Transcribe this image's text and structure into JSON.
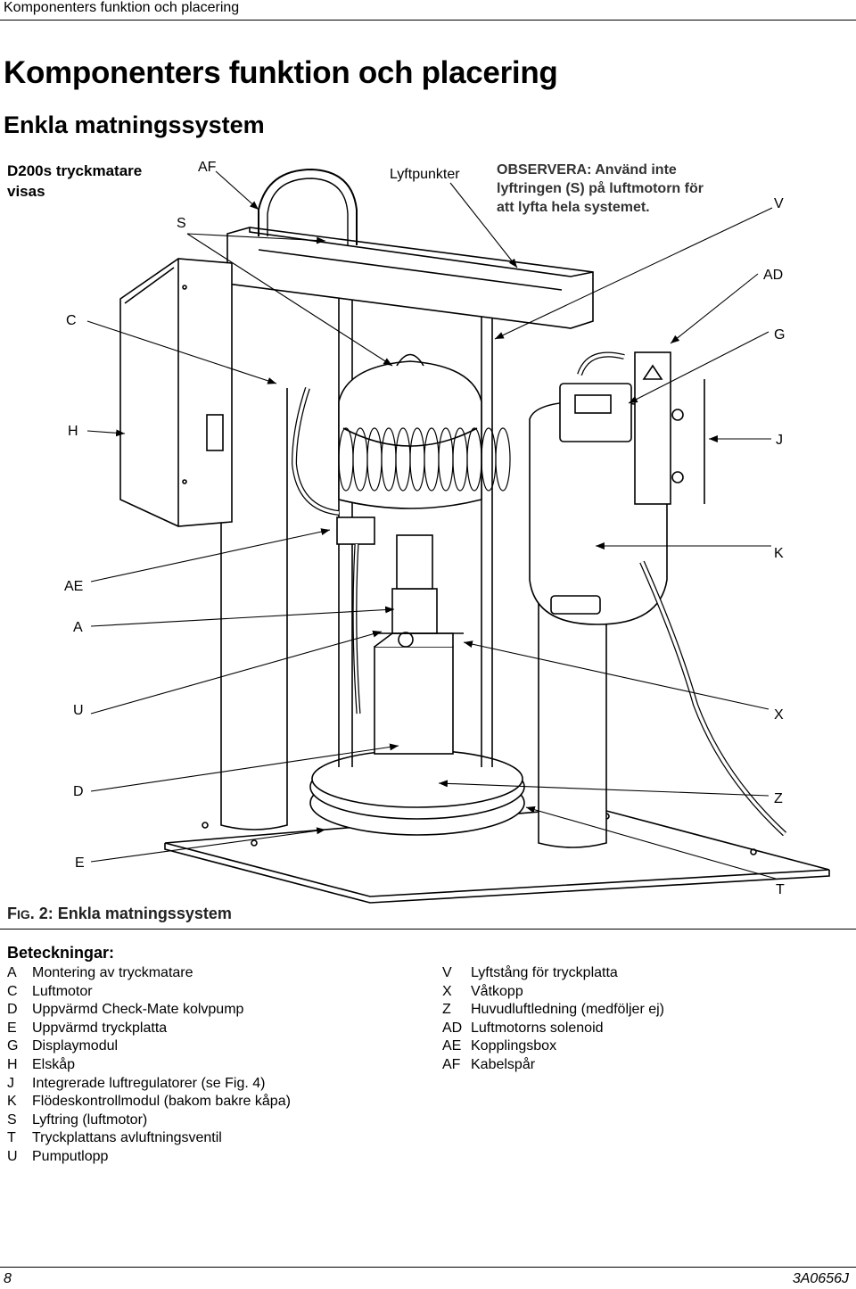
{
  "running_head": "Komponenters funktion och placering",
  "title": "Komponenters funktion och placering",
  "subtitle": "Enkla matningssystem",
  "figure": {
    "note_left": "D200s tryckmatare visas",
    "note_top_center": "Lyftpunkter",
    "observera_label": "OBSERVERA:",
    "observera_text": " Använd inte lyftringen (S) på luftmotorn för att lyfta hela systemet.",
    "callouts": {
      "AF": "AF",
      "S": "S",
      "V": "V",
      "AD": "AD",
      "C": "C",
      "G": "G",
      "H": "H",
      "J": "J",
      "K": "K",
      "AE": "AE",
      "A": "A",
      "U": "U",
      "X": "X",
      "D": "D",
      "Z": "Z",
      "E": "E",
      "T": "T"
    },
    "caption_prefix": "F",
    "caption_smallcaps": "IG",
    "caption_text": ". 2: Enkla matningssystem"
  },
  "legend": {
    "title": "Beteckningar:",
    "left": [
      {
        "key": "A",
        "text": "Montering av tryckmatare"
      },
      {
        "key": "C",
        "text": "Luftmotor"
      },
      {
        "key": "D",
        "text": "Uppvärmd Check-Mate kolvpump"
      },
      {
        "key": "E",
        "text": "Uppvärmd tryckplatta"
      },
      {
        "key": "G",
        "text": "Displaymodul"
      },
      {
        "key": "H",
        "text": "Elskåp"
      },
      {
        "key": "J",
        "text": "Integrerade luftregulatorer (se Fig. 4)"
      },
      {
        "key": "K",
        "text": "Flödeskontrollmodul (bakom bakre kåpa)"
      },
      {
        "key": "S",
        "text": "Lyftring (luftmotor)"
      },
      {
        "key": "T",
        "text": "Tryckplattans avluftningsventil"
      },
      {
        "key": "U",
        "text": "Pumputlopp"
      }
    ],
    "right": [
      {
        "key": "V",
        "text": "Lyftstång för tryckplatta"
      },
      {
        "key": "X",
        "text": "Våtkopp"
      },
      {
        "key": "Z",
        "text": "Huvudluftledning (medföljer ej)"
      },
      {
        "key": "AD",
        "text": "Luftmotorns solenoid"
      },
      {
        "key": "AE",
        "text": "Kopplingsbox"
      },
      {
        "key": "AF",
        "text": "Kabelspår"
      }
    ]
  },
  "footer": {
    "page_number": "8",
    "doc_id": "3A0656J"
  }
}
